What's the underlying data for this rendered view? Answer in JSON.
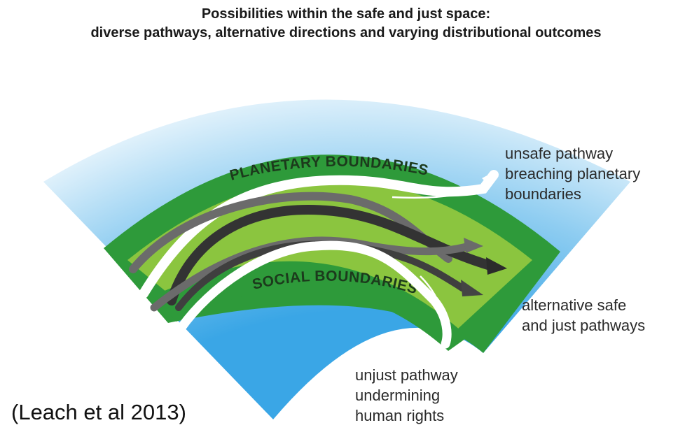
{
  "title_line1": "Possibilities within the safe and just space:",
  "title_line2": "diverse pathways, alternative directions and varying distributional outcomes",
  "planetary_label": "PLANETARY BOUNDARIES",
  "social_label": "SOCIAL BOUNDARIES",
  "unsafe_lines": [
    "unsafe pathway",
    "breaching planetary",
    "boundaries"
  ],
  "alternative_lines": [
    "alternative safe",
    "and just pathways"
  ],
  "unjust_lines": [
    "unjust pathway",
    "undermining",
    "human rights"
  ],
  "citation": "(Leach et al 2013)",
  "colors": {
    "dark_green": "#2e9a3a",
    "light_green": "#8bc53f",
    "sky_blue": "#5ab4e8",
    "dark_path": "#333333",
    "gray_path": "#6b6b6b",
    "white_path": "#ffffff"
  }
}
